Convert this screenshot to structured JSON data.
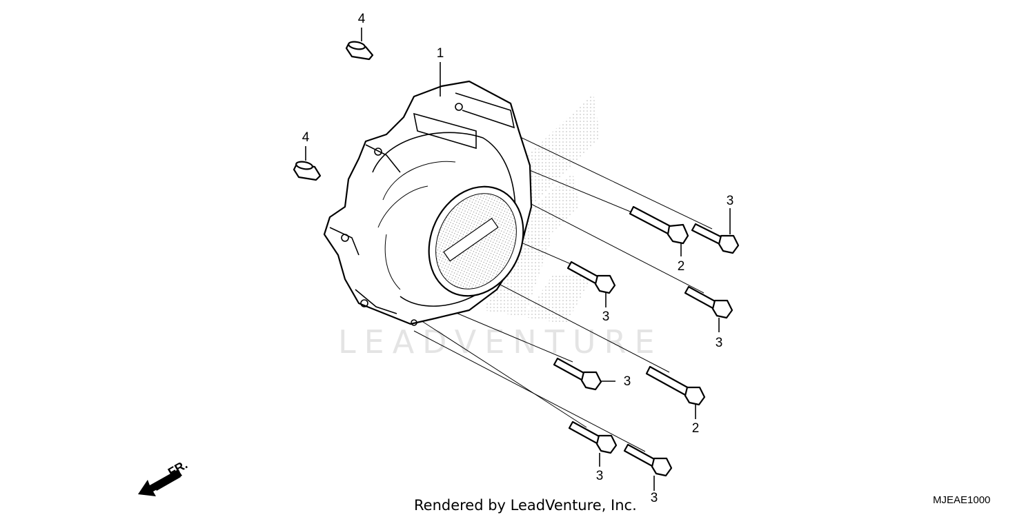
{
  "diagram": {
    "callouts": {
      "cover": "1",
      "washer_top": "2",
      "washer_bottom": "2",
      "bolt_a": "3",
      "bolt_b": "3",
      "bolt_c": "3",
      "bolt_d": "3",
      "bolt_e": "3",
      "bolt_f": "3",
      "dowel_top": "4",
      "dowel_left": "4"
    },
    "direction_label": "FR.",
    "watermark": "LEADVENTURE",
    "footer": "Rendered by LeadVenture, Inc.",
    "diagram_code": "MJEAE1000",
    "icons": [
      "front-direction-arrow-icon",
      "honda-wing-watermark-icon"
    ]
  }
}
